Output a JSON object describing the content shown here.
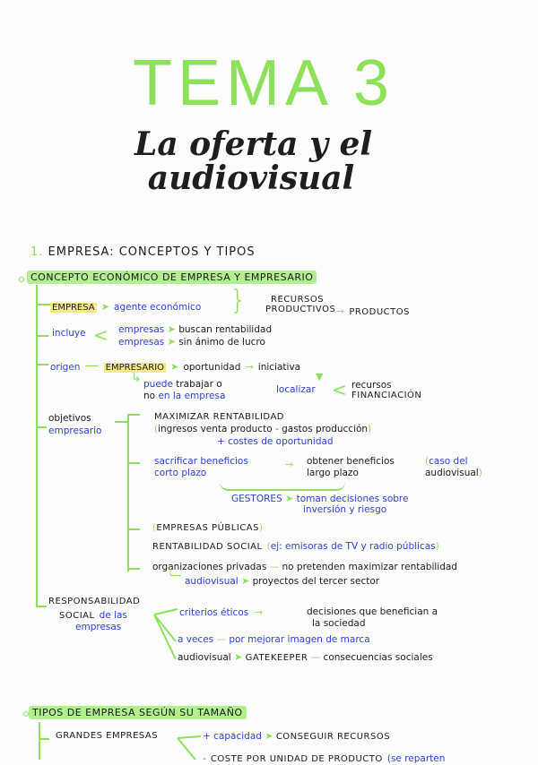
{
  "header": {
    "title": "TEMA 3",
    "subtitle_line1": "La oferta y el",
    "subtitle_line2": "audiovisual"
  },
  "section1": {
    "number": "1.",
    "title": "EMPRESA: CONCEPTOS Y TIPOS"
  },
  "concepto": {
    "heading": "CONCEPTO ECONÓMICO DE EMPRESA Y EMPRESARIO",
    "empresa": {
      "label": "EMPRESA",
      "definition": "agente económico",
      "recursos": "RECURSOS",
      "productivos": "PRODUCTIVOS",
      "productos": "PRODUCTOS"
    },
    "incluye": {
      "label": "incluye",
      "items": [
        {
          "who": "empresas",
          "what": "buscan rentabilidad"
        },
        {
          "who": "empresas",
          "what": "sin ánimo de lucro"
        }
      ]
    },
    "origen": {
      "label": "origen",
      "empresario": "EMPRESARIO",
      "oportunidad": "oportunidad",
      "iniciativa": "iniciativa",
      "puede_1": "puede",
      "puede_2": "trabajar o",
      "puede_3": "no",
      "puede_4": "en la empresa",
      "localizar": "localizar",
      "recursos": "recursos",
      "financiacion": "FINANCIACIÓN"
    },
    "objetivos": {
      "label_1": "objetivos",
      "label_2": "empresario",
      "maximizar": "MAXIMIZAR RENTABILIDAD",
      "formula_open": "(",
      "formula_a": "ingresos venta producto",
      "formula_minus": "-",
      "formula_b": "gastos producción",
      "formula_close": ")",
      "costes": "+ costes de oportunidad",
      "sacrificar_1": "sacrificar beneficios",
      "sacrificar_2": "corto plazo",
      "obtener_1": "obtener beneficios",
      "obtener_2": "largo plazo",
      "caso_1": "caso del",
      "caso_2": "audiovisual",
      "gestores": "GESTORES",
      "toman_1": "toman decisiones sobre",
      "toman_2": "inversión y riesgo",
      "publicas": "EMPRESAS PÚBLICAS",
      "rent_social": "RENTABILIDAD SOCIAL",
      "ej": "ej: emisoras de TV y radio públicas",
      "org_privadas": "organizaciones privadas",
      "no_pretenden": "no pretenden maximizar rentabilidad",
      "audiovisual": "audiovisual",
      "tercer_sector": "proyectos del tercer sector"
    },
    "responsabilidad": {
      "label_1": "RESPONSABILIDAD",
      "label_2": "SOCIAL",
      "label_3": "de las",
      "label_4": "empresas",
      "criterios": "criterios éticos",
      "decisiones_1": "decisiones que benefician a",
      "decisiones_2": "la sociedad",
      "a_veces": "a veces",
      "mejorar": "por mejorar imagen de marca",
      "audiovisual": "audiovisual",
      "gatekeeper": "GATEKEEPER",
      "consecuencias": "consecuencias sociales"
    }
  },
  "tipos": {
    "heading": "TIPOS DE EMPRESA SEGÚN SU TAMAÑO",
    "grandes": "GRANDES EMPRESAS",
    "plus": "+",
    "capacidad": "capacidad",
    "conseguir": "CONSEGUIR RECURSOS",
    "minus": "-",
    "coste": "COSTE POR UNIDAD DE PRODUCTO",
    "se_reparten": "(se reparten"
  }
}
